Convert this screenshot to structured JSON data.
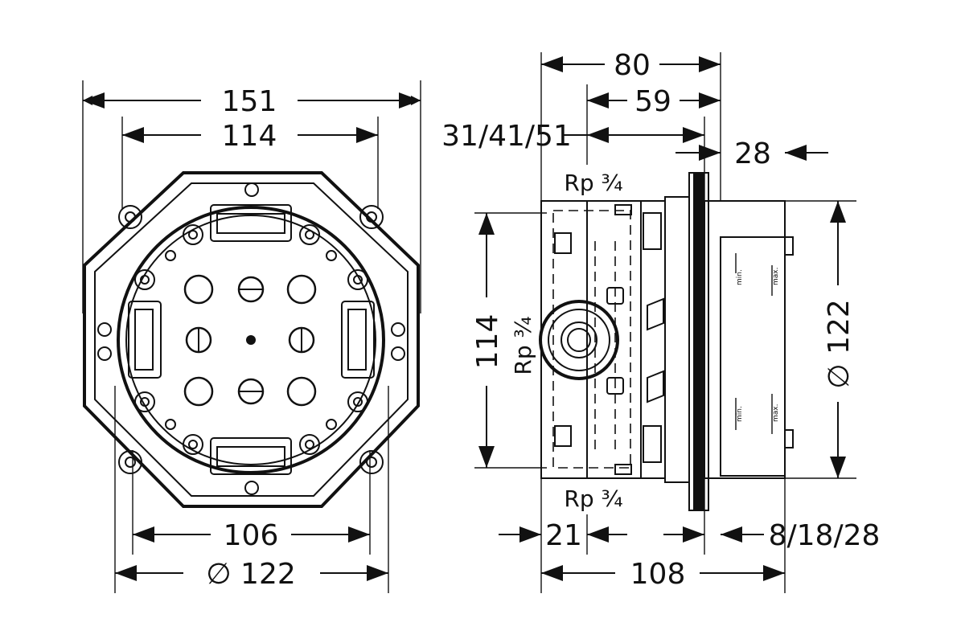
{
  "front_view": {
    "dimensions": {
      "overall_width": "151",
      "inner_width": "114",
      "bottom_width": "106",
      "bottom_diameter": "∅ 122"
    }
  },
  "side_view": {
    "dimensions": {
      "depth_total": "80",
      "depth_59": "59",
      "depth_options": "31/41/51",
      "plate": "28",
      "height": "114",
      "diameter_right": "∅ 122",
      "offset_21": "21",
      "range_bottom": "8/18/28",
      "bottom_depth": "108"
    },
    "connections": {
      "top": "Rp ¾",
      "side": "Rp ¾",
      "bottom": "Rp ¾"
    },
    "scale_marks": {
      "min_top": "min.",
      "max_top": "max.",
      "min_bottom": "min.",
      "max_bottom": "max."
    }
  }
}
